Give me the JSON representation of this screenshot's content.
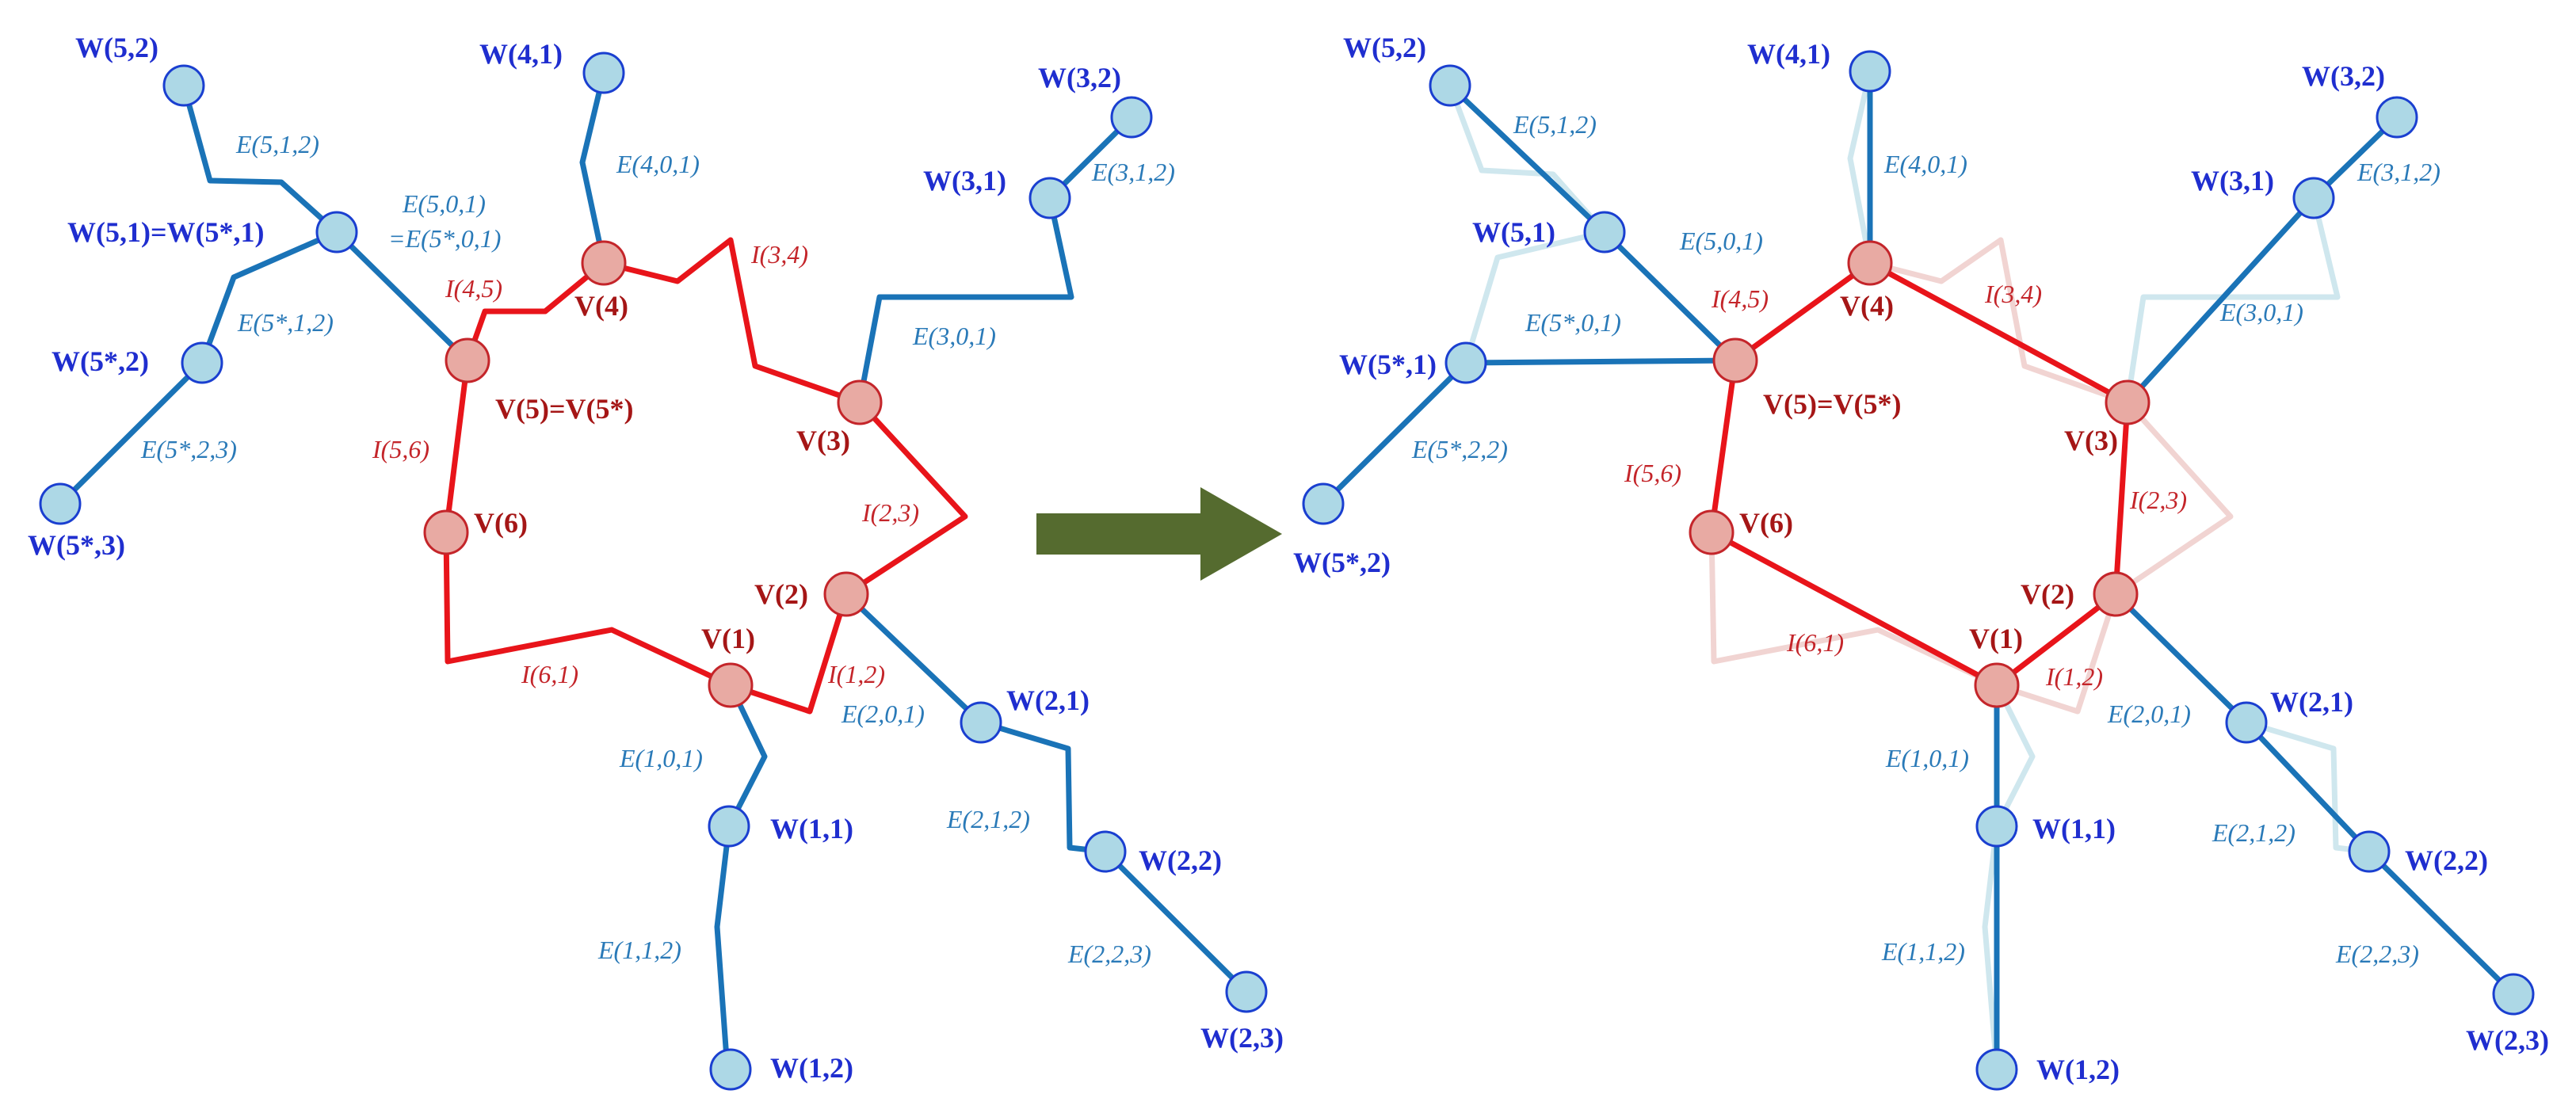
{
  "left": {
    "w_labels": {
      "w52": "W(5,2)",
      "w41": "W(4,1)",
      "w32": "W(3,2)",
      "w31": "W(3,1)",
      "w51": "W(5,1)=W(5*,1)",
      "w5s2": "W(5*,2)",
      "w5s3": "W(5*,3)",
      "w21": "W(2,1)",
      "w22": "W(2,2)",
      "w23": "W(2,3)",
      "w11": "W(1,1)",
      "w12": "W(1,2)"
    },
    "v_labels": {
      "v4": "V(4)",
      "v5": "V(5)=V(5*)",
      "v3": "V(3)",
      "v6": "V(6)",
      "v2": "V(2)",
      "v1": "V(1)"
    },
    "e_labels": {
      "e512": "E(5,1,2)",
      "e401": "E(4,0,1)",
      "e501a": "E(5,0,1)",
      "e501b": "=E(5*,0,1)",
      "e312": "E(3,1,2)",
      "e5s12": "E(5*,1,2)",
      "e301": "E(3,0,1)",
      "e5s23": "E(5*,2,3)",
      "e201": "E(2,0,1)",
      "e101": "E(1,0,1)",
      "e212": "E(2,1,2)",
      "e223": "E(2,2,3)",
      "e112": "E(1,1,2)"
    },
    "i_labels": {
      "i34": "I(3,4)",
      "i45": "I(4,5)",
      "i56": "I(5,6)",
      "i23": "I(2,3)",
      "i12": "I(1,2)",
      "i61": "I(6,1)"
    }
  },
  "right": {
    "w_labels": {
      "w52": "W(5,2)",
      "w41": "W(4,1)",
      "w32": "W(3,2)",
      "w31": "W(3,1)",
      "w51": "W(5,1)",
      "w5s1": "W(5*,1)",
      "w5s2": "W(5*,2)",
      "w21": "W(2,1)",
      "w22": "W(2,2)",
      "w23": "W(2,3)",
      "w11": "W(1,1)",
      "w12": "W(1,2)"
    },
    "v_labels": {
      "v4": "V(4)",
      "v5": "V(5)=V(5*)",
      "v3": "V(3)",
      "v6": "V(6)",
      "v2": "V(2)",
      "v1": "V(1)"
    },
    "e_labels": {
      "e512": "E(5,1,2)",
      "e401": "E(4,0,1)",
      "e312": "E(3,1,2)",
      "e501": "E(5,0,1)",
      "e5s01": "E(5*,0,1)",
      "e301": "E(3,0,1)",
      "e5s22": "E(5*,2,2)",
      "e201": "E(2,0,1)",
      "e101": "E(1,0,1)",
      "e212": "E(2,1,2)",
      "e223": "E(2,2,3)",
      "e112": "E(1,1,2)"
    },
    "i_labels": {
      "i45": "I(4,5)",
      "i34": "I(3,4)",
      "i56": "I(5,6)",
      "i23": "I(2,3)",
      "i61": "I(6,1)",
      "i12": "I(1,2)"
    }
  },
  "colors": {
    "trunk_edge": "#1a73b7",
    "polygon_edge": "#e8141a",
    "arrow": "#556b2f",
    "w_node_fill": "#add8e6",
    "v_node_fill": "#e8aaa3"
  }
}
